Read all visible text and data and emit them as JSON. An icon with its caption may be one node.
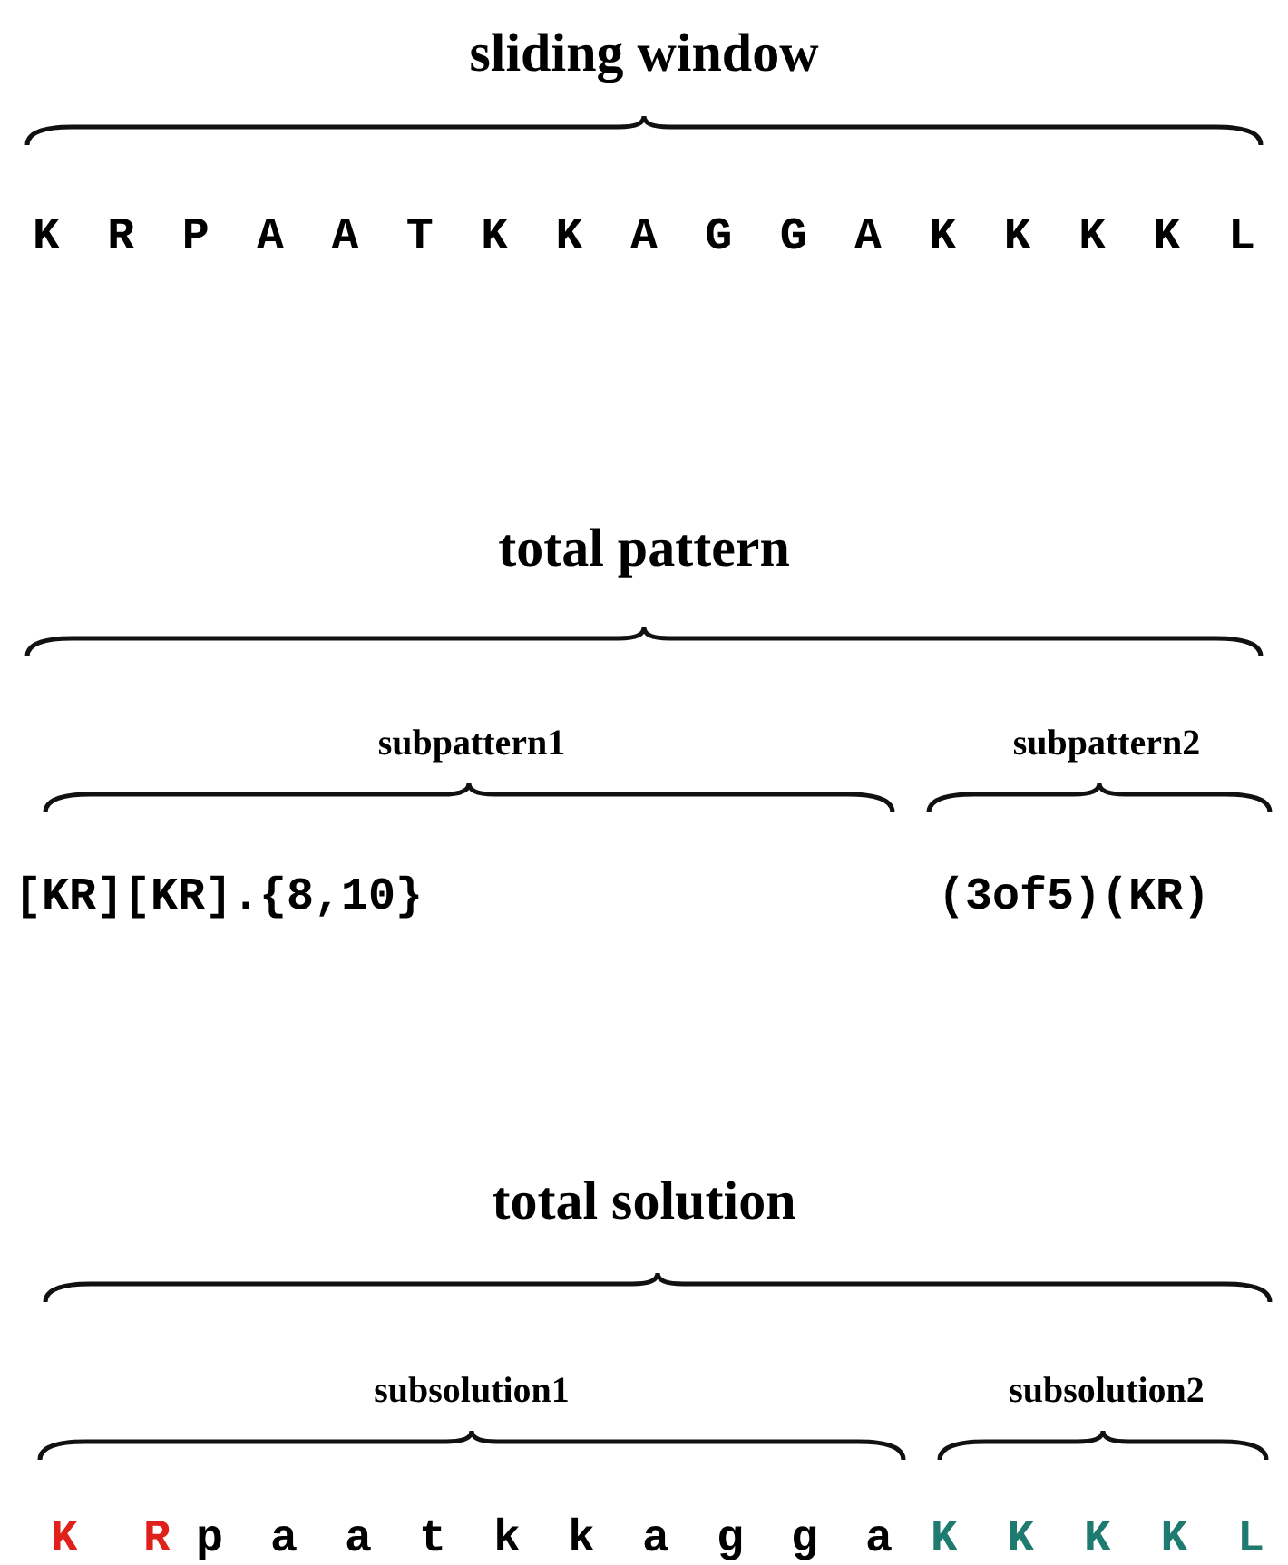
{
  "diagram": {
    "labels": [
      "sliding window",
      "K R P A A T K K A G G A K K K K L",
      "total pattern",
      "subpattern1",
      "subpattern2",
      "[KR][KR].{8,10}",
      "(3of5)(KR)",
      "total solution",
      "subsolution1",
      "subsolution2",
      "K R",
      "p a a t k k a g g a",
      "K K K K L"
    ]
  }
}
